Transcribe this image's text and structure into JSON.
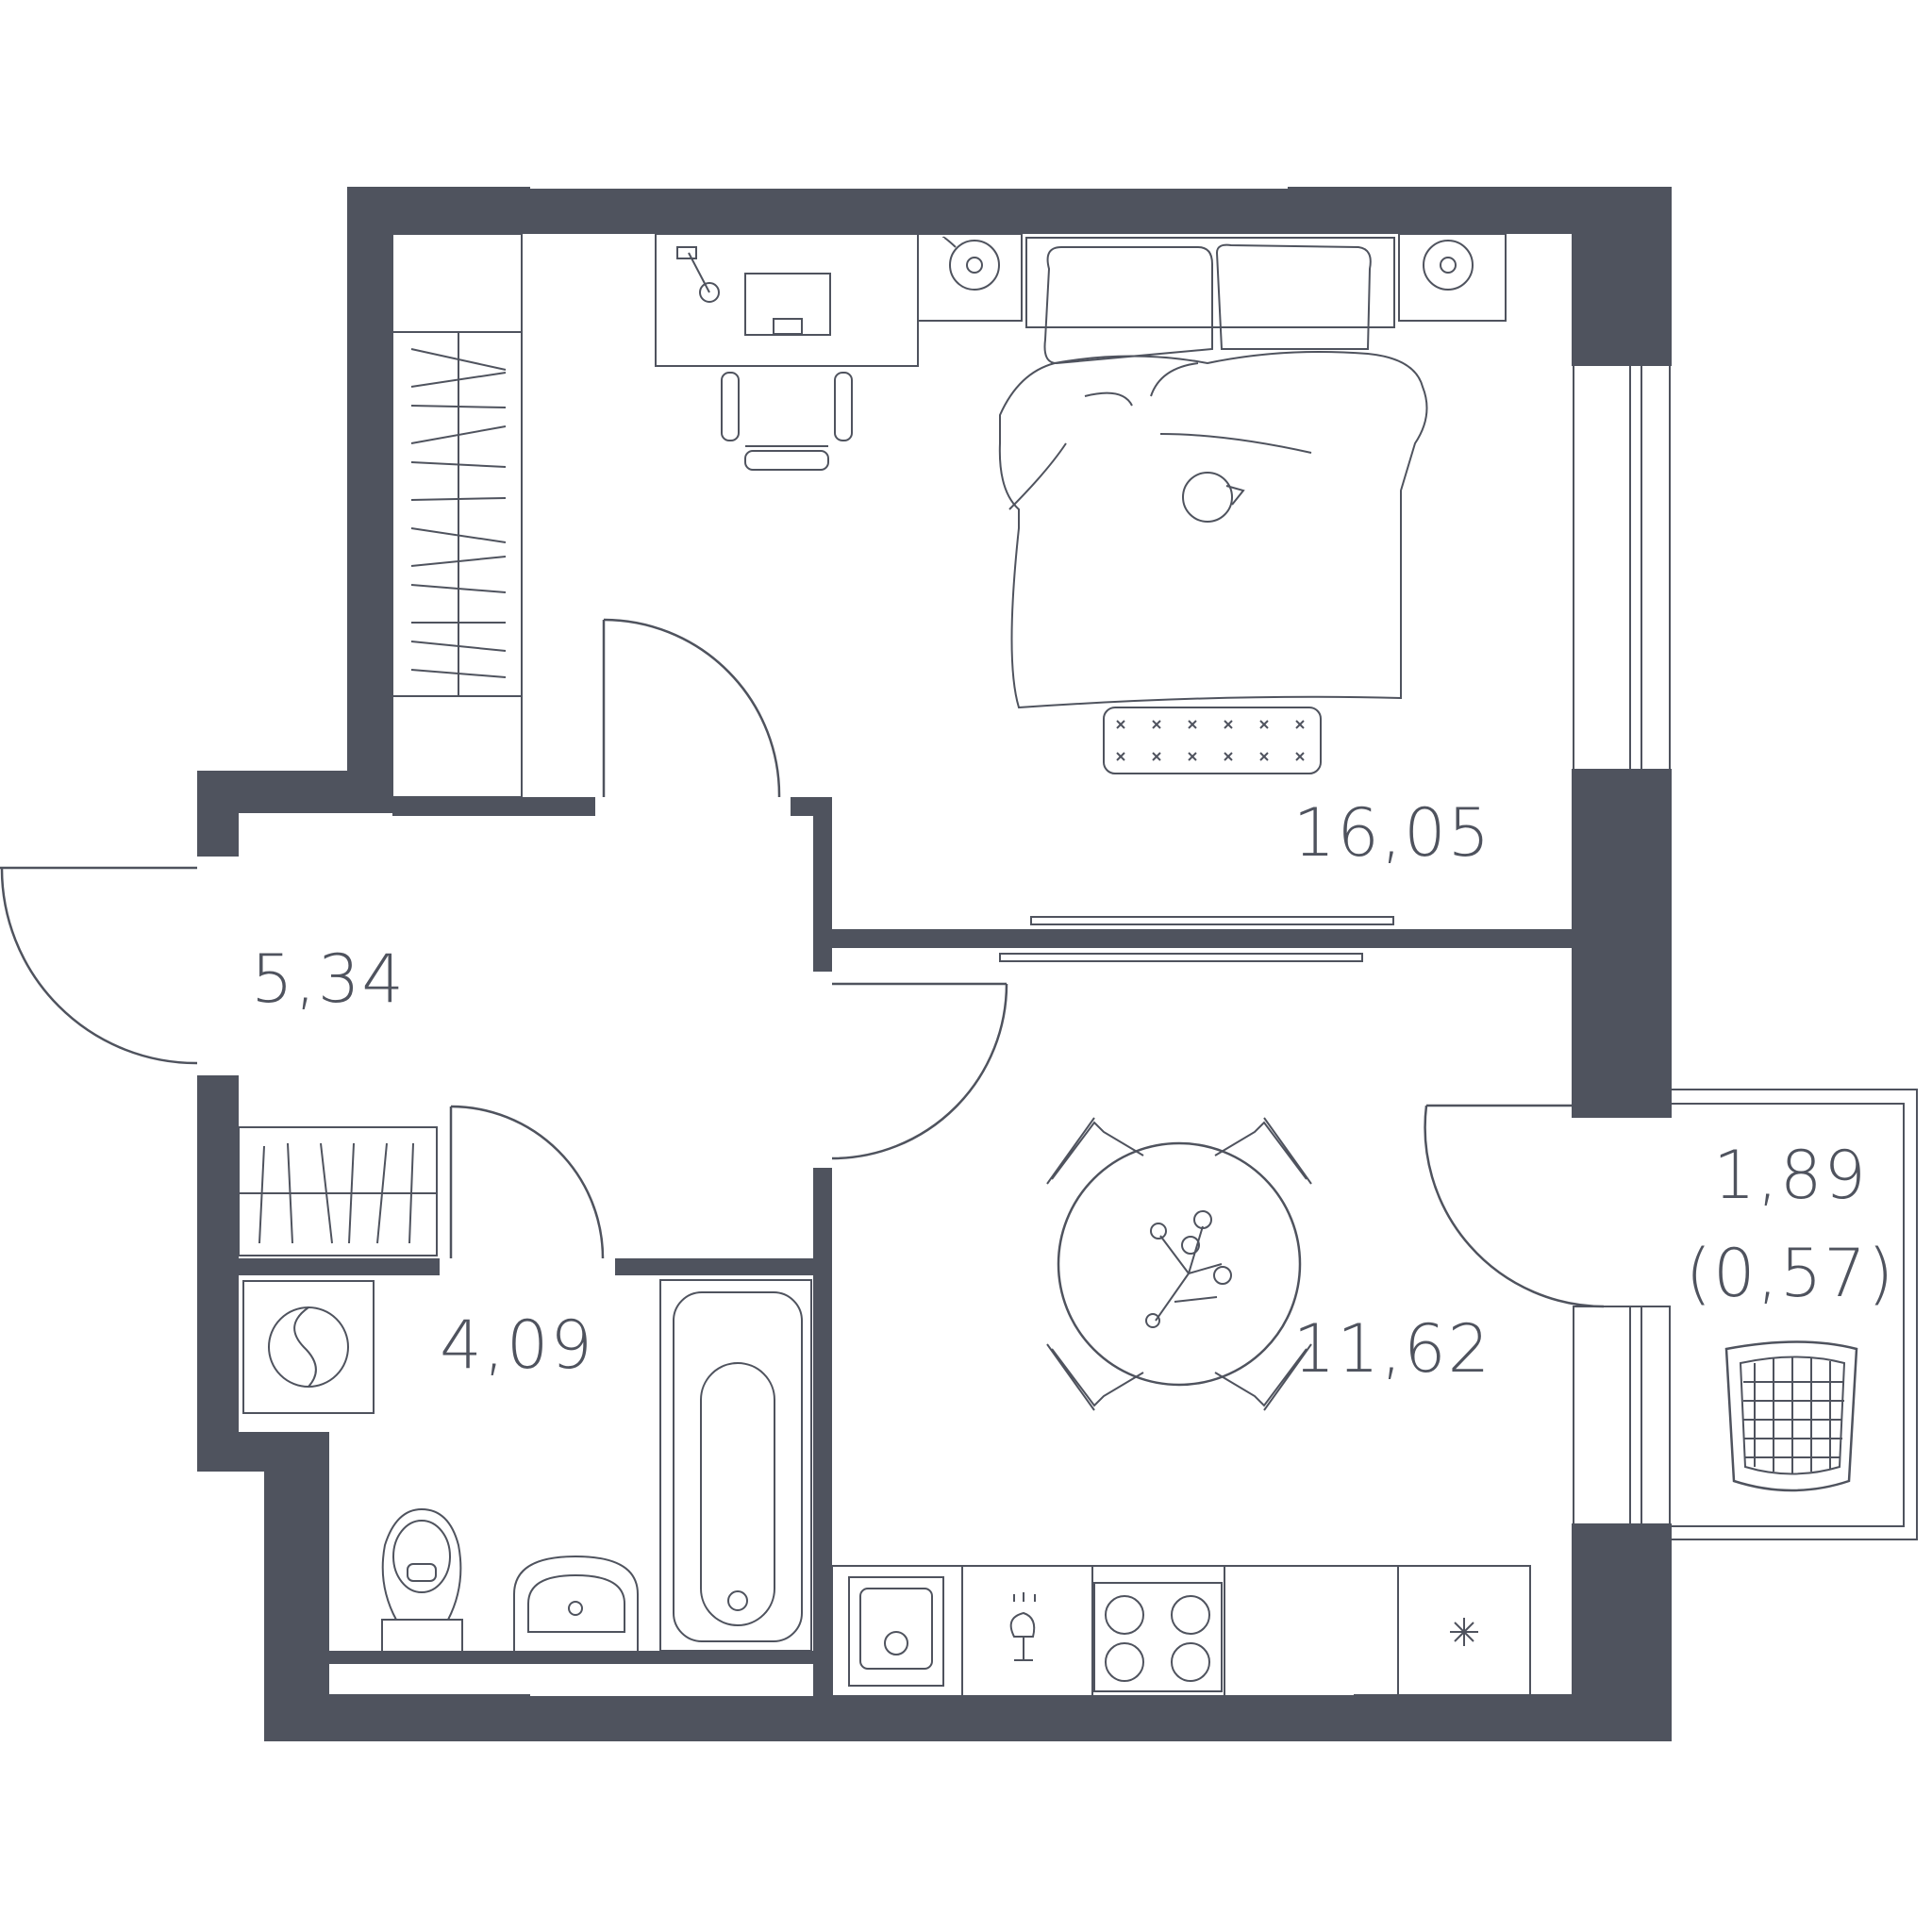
{
  "colors": {
    "wall": "#4f535e",
    "line": "#4f535e",
    "background": "#ffffff"
  },
  "rooms": {
    "bedroom": {
      "area": "16,05"
    },
    "hall": {
      "area": "5,34"
    },
    "bathroom": {
      "area": "4,09"
    },
    "kitchen": {
      "area": "11,62"
    },
    "balcony": {
      "area": "1,89",
      "area_reduced": "(0,57)"
    }
  }
}
